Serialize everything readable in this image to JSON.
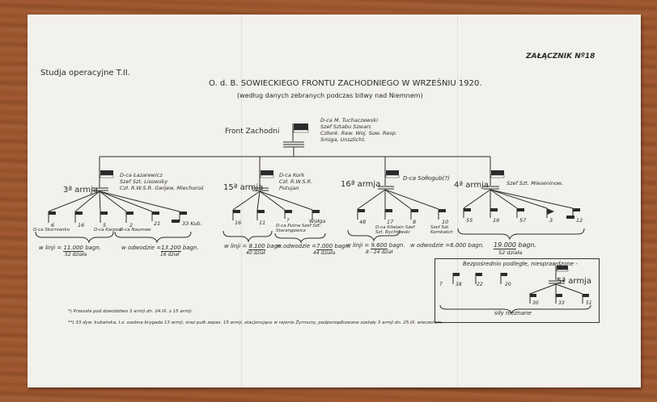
{
  "header": {
    "study": "Studja operacyjne T.II.",
    "attachment": "ZAŁĄCZNIK Nº18",
    "title": "O. d. B. SOWIECKIEGO FRONTU  ZACHODNIEGO W WRZEŚNIU 1920.",
    "subtitle": "(według danych zebranych podczas bitwy nad Niemnem)"
  },
  "front": {
    "label": "Front  Zachodni",
    "commanders": [
      "D-ca  M. Tuchaczewski",
      "Szef Sztabu  Szwarc",
      "Członk. Rew. Woj. Sow. Resp.",
      "Smiga, Unszlicht."
    ]
  },
  "armies": [
    {
      "name": "3ª armja",
      "staff": [
        "D-ca Łazarewicz",
        "Szef Szt. Lisowsky",
        "Czł. R.W.S.R. Gwijew, Miechoroś"
      ],
      "units": [
        {
          "num": "6",
          "note": "D-ca Skornianko"
        },
        {
          "num": "16",
          "note": ""
        },
        {
          "num": "5",
          "note": "D-ca Karpow"
        },
        {
          "num": "2",
          "note": "D-ca Naumow"
        },
        {
          "num": "21",
          "note": ""
        },
        {
          "num": "33 Kub.",
          "note": ""
        }
      ],
      "line_label": "w linji = ",
      "line_value": "11.000",
      "line_unit": " bagn.",
      "line_guns": "52 działa",
      "reserve_label": "w odwodzie =",
      "reserve_value": "13.200",
      "reserve_unit": " bagn.",
      "reserve_guns": "16 dział"
    },
    {
      "name": "15ª armja",
      "staff": [
        "D-ca Kork",
        "Czł. R.W.S.R.",
        "Potujan"
      ],
      "units": [
        {
          "num": "16",
          "note": ""
        },
        {
          "num": "11",
          "note": ""
        },
        {
          "num": "?",
          "note": "D-ca Putna Szef Szt. Starangowicz"
        },
        {
          "num": "Wołga",
          "note": ""
        }
      ],
      "line_label": "w linji = ",
      "line_value": "8.100",
      "line_unit": " bagn.",
      "line_guns": "40 dział",
      "reserve_label": "w odwodzie =",
      "reserve_value": "7.000",
      "reserve_unit": " bagn.",
      "reserve_guns": "44 działa"
    },
    {
      "name": "16ª armja",
      "staff": [
        "D-ca Sołłogub(?)"
      ],
      "units": [
        {
          "num": "48",
          "note": ""
        },
        {
          "num": "17",
          "note": "D-ca Kiłatain Szef Szt. Rychłowski"
        },
        {
          "num": "8",
          "note": ""
        },
        {
          "num": "10",
          "note": "Szef Szt. Kembatch"
        }
      ],
      "line_label": "w linji = ",
      "line_value": "9.600",
      "line_unit": " bagn.",
      "line_guns": "8 - 24 dział",
      "reserve_label": "w odwodzie =",
      "reserve_value": "6.000",
      "reserve_unit": " bagn.",
      "reserve_guns": ""
    },
    {
      "name": "4ª armja",
      "staff": [
        "Szef Szt. Mieseninow."
      ],
      "units": [
        {
          "num": "55",
          "note": ""
        },
        {
          "num": "19",
          "note": ""
        },
        {
          "num": "57",
          "note": ""
        },
        {
          "num": "3",
          "note": ""
        },
        {
          "num": "12",
          "note": ""
        }
      ],
      "total_value": "19.000",
      "total_unit": " bagn.",
      "total_guns": "52 działa"
    }
  ],
  "direct": {
    "title": "Bezpośrednio podległe, niesprawdzone -",
    "army": "5ª armja",
    "left_units": [
      "?",
      "38",
      "22",
      "20"
    ],
    "army_units": [
      "30",
      "33",
      "51"
    ],
    "footer": "siły nieznane"
  },
  "footnotes": [
    "*)  Przeszła pod dowództwo 3 armji dn. 24.IX. z 15 armji.",
    "**)  33 dyw. kubańska, t.z. osobna brygada 13 armji, oraz pułk zapas. 15 armji, stacjonujące w rejonie Żyrmuny, podporządkowane zostały 3 armji dn. 25.IX. wieczorem."
  ]
}
